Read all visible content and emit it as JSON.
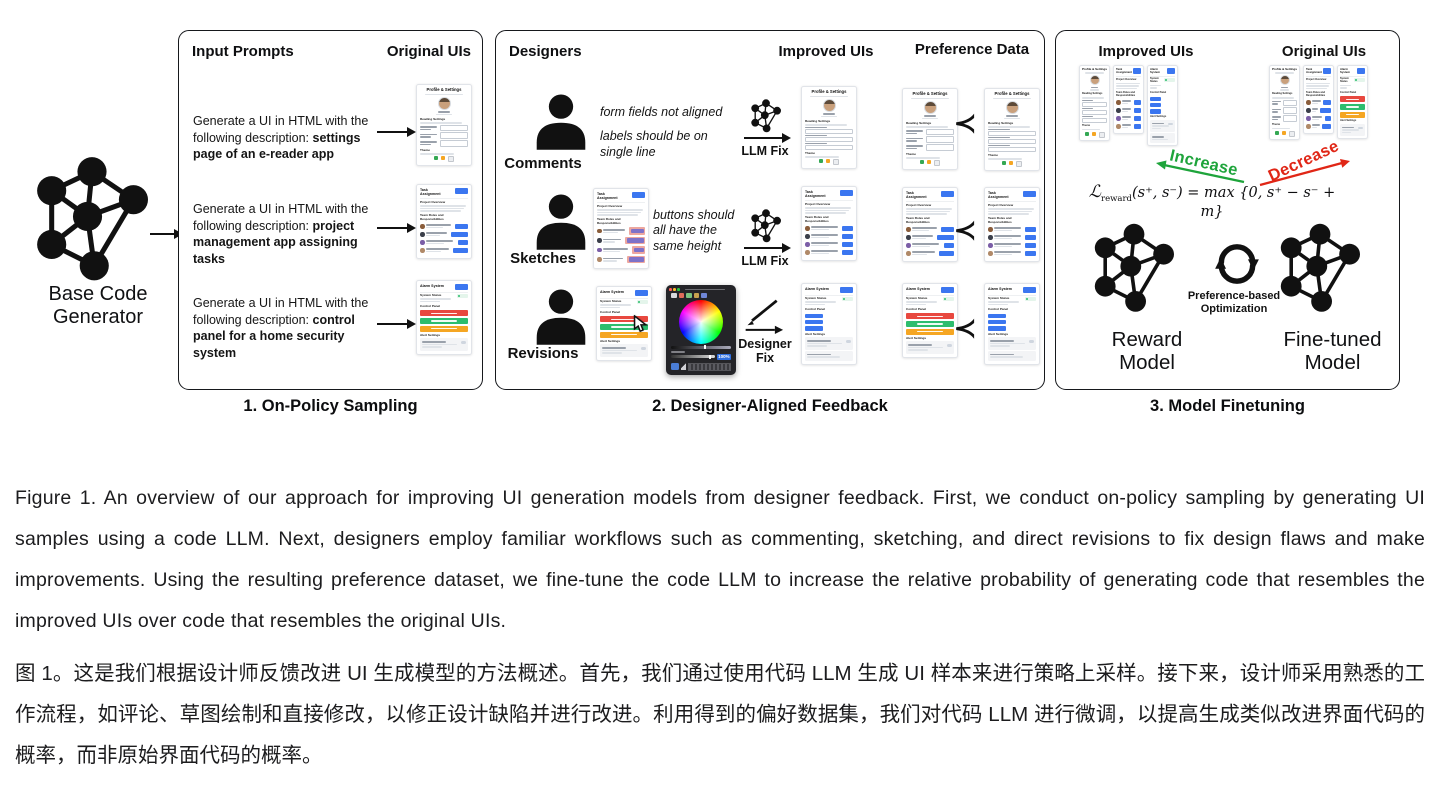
{
  "figure": {
    "base_label": "Base Code Generator",
    "panels": {
      "p1": {
        "title_left": "Input Prompts",
        "title_right": "Original UIs",
        "caption": "1. On-Policy Sampling",
        "prompts": [
          {
            "prefix": "Generate a UI in HTML with the following description: ",
            "emphasis": "settings page of an e-reader app"
          },
          {
            "prefix": "Generate a UI in HTML with the following description: ",
            "emphasis": "project management app assigning tasks"
          },
          {
            "prefix": "Generate a UI in HTML with the following description: ",
            "emphasis": "control panel for a home security system"
          }
        ]
      },
      "p2": {
        "col_designers": "Designers",
        "col_improved": "Improved UIs",
        "col_preference": "Preference Data",
        "caption": "2. Designer-Aligned Feedback",
        "rows": [
          {
            "actor": "Comments",
            "note_lines": [
              "form fields not aligned",
              "labels should be on single line"
            ],
            "fix": "LLM Fix"
          },
          {
            "actor": "Sketches",
            "note_lines": [
              "buttons should all have the same height"
            ],
            "fix": "LLM Fix"
          },
          {
            "actor": "Revisions",
            "note_lines": [],
            "fix": "Designer Fix"
          }
        ],
        "prefer_symbol": "≺",
        "picker_opacity": "100%"
      },
      "p3": {
        "col_improved": "Improved UIs",
        "col_original": "Original UIs",
        "caption": "3. Model Finetuning",
        "increase": "Increase",
        "decrease": "Decrease",
        "formula": {
          "l": "ℒ",
          "sub": "reward",
          "body": "(s⁺, s⁻) = max {0, s⁺ − s⁻ + m}"
        },
        "cycle_label": [
          "Preference-based",
          "Optimization"
        ],
        "reward_label": [
          "Reward",
          "Model"
        ],
        "finetuned_label": [
          "Fine-tuned",
          "Model"
        ]
      }
    },
    "thumbs": {
      "profile": {
        "title": "Profile & Settings",
        "name": "John Doe",
        "s1": "Reading Settings",
        "s2": "Theme"
      },
      "tasks": {
        "title": "Task Assignment",
        "s1": "Project Overview",
        "s2": "Team Roles and Responsibilities"
      },
      "alarm": {
        "title": "Alarm System",
        "s1": "System Status",
        "s2": "Control Panel",
        "s3": "Alert Settings"
      }
    },
    "colors": {
      "blue": "#3b76f0",
      "red": "#e8483f",
      "green": "#2dbd6e",
      "orange": "#f5a623",
      "increase": "#1ea43b",
      "decrease": "#e02616"
    }
  },
  "caption_en": "Figure 1. An overview of our approach for improving UI generation models from designer feedback. First, we conduct on-policy sampling by generating UI samples using a code LLM. Next, designers employ familiar workflows such as commenting, sketching, and direct revisions to fix design flaws and make improvements. Using the resulting preference dataset, we fine-tune the code LLM to increase the relative probability of generating code that resembles the improved UIs over code that resembles the original UIs.",
  "caption_zh": "图 1。这是我们根据设计师反馈改进 UI 生成模型的方法概述。首先，我们通过使用代码 LLM 生成 UI 样本来进行策略上采样。接下来，设计师采用熟悉的工作流程，如评论、草图绘制和直接修改，以修正设计缺陷并进行改进。利用得到的偏好数据集，我们对代码 LLM 进行微调，以提高生成类似改进界面代码的概率，而非原始界面代码的概率。"
}
